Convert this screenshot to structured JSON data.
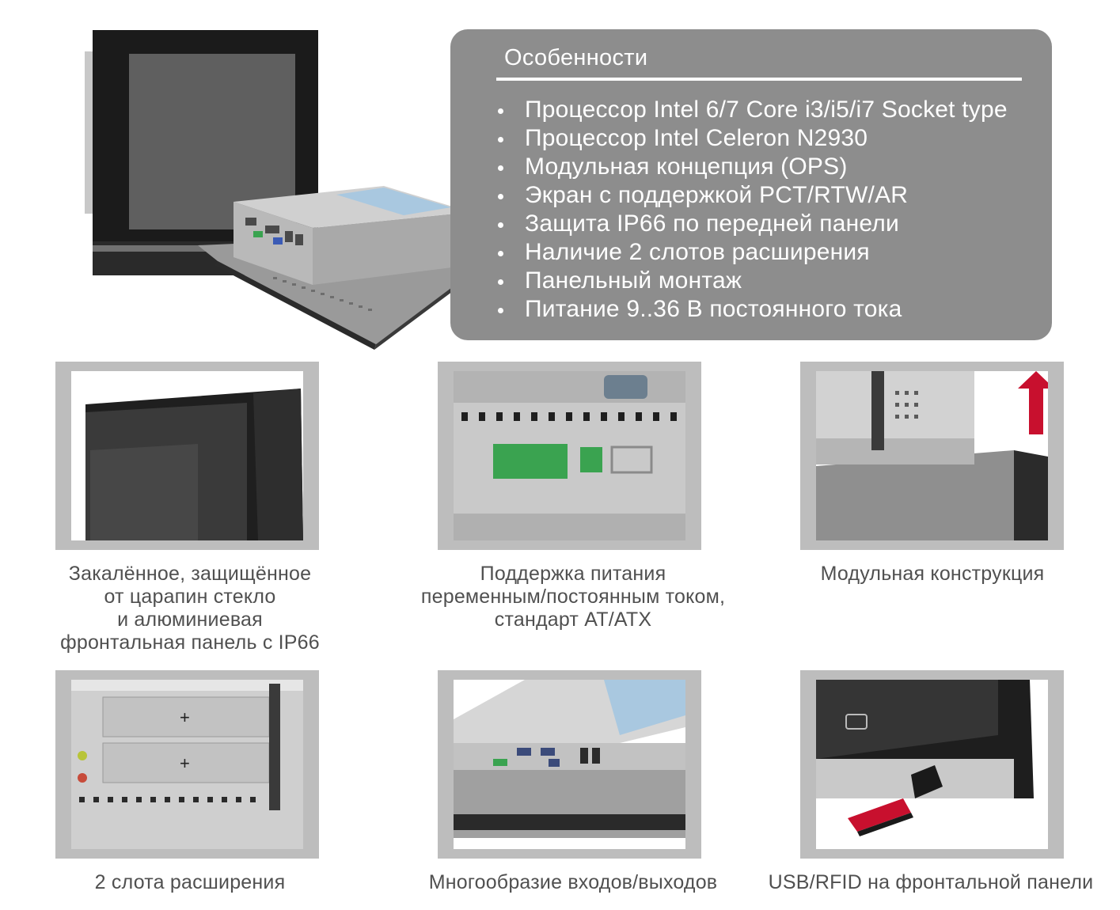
{
  "features": {
    "title": "Особенности",
    "items": [
      "Процессор Intel 6/7 Core i3/i5/i7 Socket type",
      "Процессор Intel Celeron N2930",
      "Модульная концепция (OPS)",
      "Экран с поддержкой PCT/RTW/AR",
      "Защита IP66 по передней панели",
      "Наличие 2 слотов расширения",
      "Панельный монтаж",
      "Питание 9..36 В постоянного тока"
    ]
  },
  "highlights": [
    {
      "caption": "Закалённое, защищённое\nот царапин стекло\nи алюминиевая\nфронтальная панель с IP66"
    },
    {
      "caption": "Поддержка питания\nпеременным/постоянным током,\nстандарт AT/ATX"
    },
    {
      "caption": "Модульная конструкция"
    },
    {
      "caption": "2 слота расширения"
    },
    {
      "caption": "Многообразие входов/выходов"
    },
    {
      "caption": "USB/RFID на фронтальной панели"
    }
  ],
  "colors": {
    "panel_bg": "#8d8d8d",
    "frame": "#bdbdbd",
    "caption_text": "#505050",
    "arrow_red": "#c8102e",
    "terminal_green": "#3aa350"
  }
}
